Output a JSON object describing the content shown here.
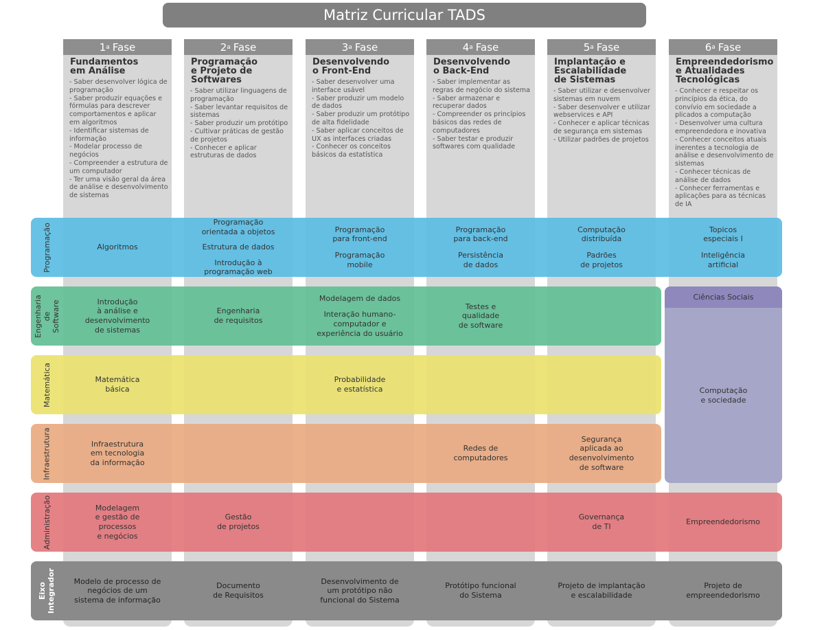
{
  "title": "Matriz Curricular TADS",
  "colors": {
    "column_bg": "#d7d7d8",
    "column_head": "#8e8e8e",
    "programacao": "#5bbde3",
    "engenharia": "#63bf94",
    "matematica": "#ebe26f",
    "infraestrutura": "#e9ab82",
    "administracao": "#e2787d",
    "ciencias_sociais": "#a6a6c8",
    "ciencias_sociais_head": "#8f88bd",
    "eixo": "#8a8a8a"
  },
  "phases": [
    {
      "num": "1",
      "label": "Fase",
      "title": [
        "Fundamentos",
        "em Análise"
      ],
      "items": [
        "- Saber desenvolver lógica de programação",
        "- Saber produzir equações e fórmulas para descrever comportamentos e aplicar em algoritmos",
        "- Identificar sistemas de informação",
        "- Modelar processo de negócios",
        "- Compreender a estrutura de um computador",
        "- Ter uma visão geral da área de análise e desenvolvimento de sistemas"
      ]
    },
    {
      "num": "2",
      "label": "Fase",
      "title": [
        "Programação",
        "e Projeto de",
        "Softwares"
      ],
      "items": [
        "- Saber utilizar linguagens de programação",
        "- Saber levantar requisitos de sistemas",
        "- Saber produzir um protótipo",
        "- Cultivar práticas de gestão de projetos",
        "- Conhecer e aplicar estruturas de dados"
      ]
    },
    {
      "num": "3",
      "label": "Fase",
      "title": [
        "Desenvolvendo",
        "o Front-End"
      ],
      "items": [
        "- Saber desenvolver uma interface usável",
        "- Saber produzir um modelo de dados",
        "- Saber produzir um protótipo de alta fidelidade",
        "- Saber aplicar conceitos de UX as interfaces criadas",
        "- Conhecer os conceitos básicos da estatística"
      ]
    },
    {
      "num": "4",
      "label": "Fase",
      "title": [
        "Desenvolvendo",
        "o Back-End"
      ],
      "items": [
        "- Saber implementar as regras de negócio do sistema",
        "- Saber armazenar e recuperar dados",
        "- Compreender os princípios básicos das redes de computadores",
        "- Saber testar e produzir softwares com qualidade"
      ]
    },
    {
      "num": "5",
      "label": "Fase",
      "title": [
        "Implantação e",
        "Escalabilidade",
        "de Sistemas"
      ],
      "items": [
        "- Saber utilizar e desenvolver sistemas em nuvem",
        "- Saber desenvolver e utilizar webservices e API",
        "- Conhecer e aplicar técnicas de segurança em sistemas",
        "- Utilizar padrões de projetos"
      ]
    },
    {
      "num": "6",
      "label": "Fase",
      "title": [
        "Empreendedorismo",
        "e Atualidades",
        "Tecnológicas"
      ],
      "items": [
        "- Conhecer e respeitar os princípios da ética, do convívio em sociedade a plicados a computação",
        "- Desenvolver uma cultura empreendedora e inovativa",
        "- Conhecer conceitos atuais inerentes a tecnologia de análise e desenvolvimento de sistemas",
        "- Conhecer técnicas de análise de dados",
        "- Conhecer ferramentas e aplicações para as técnicas de IA"
      ]
    }
  ],
  "bands": {
    "programacao": {
      "label": "Programação",
      "cells": [
        [
          "Algoritmos"
        ],
        [
          "Programação\norientada a objetos",
          "Estrutura de dados",
          "Introdução à\nprogramação web"
        ],
        [
          "Programação\npara front-end",
          "Programação\nmobile"
        ],
        [
          "Programação\npara back-end",
          "Persistência\nde dados"
        ],
        [
          "Computação\ndistribuída",
          "Padrões\nde projetos"
        ],
        [
          "Topicos\nespeciais I",
          "Inteligência\nartificial"
        ]
      ]
    },
    "engenharia": {
      "label": "Engenharia\nde Software",
      "cells": [
        [
          "Introdução\nà análise e\ndesenvolvimento\nde sistemas"
        ],
        [
          "Engenharia\nde requisitos"
        ],
        [
          "Modelagem de dados",
          "Interação humano-\ncomputador e\nexperiência do usuário"
        ],
        [
          "Testes e\nqualidade\nde software"
        ],
        [],
        []
      ]
    },
    "matematica": {
      "label": "Matemática",
      "cells": [
        [
          "Matemática\nbásica"
        ],
        [],
        [
          "Probabilidade\ne estatística"
        ],
        [],
        [],
        []
      ]
    },
    "infraestrutura": {
      "label": "Infraestrutura",
      "cells": [
        [
          "Infraestrutura\nem tecnologia\nda informação"
        ],
        [],
        [],
        [
          "Redes de\ncomputadores"
        ],
        [
          "Segurança\naplicada ao\ndesenvolvimento\nde software"
        ],
        []
      ]
    },
    "administracao": {
      "label": "Administração",
      "cells": [
        [
          "Modelagem\ne gestão de\nprocessos\ne negócios"
        ],
        [
          "Gestão\nde projetos"
        ],
        [],
        [],
        [
          "Governança\nde TI"
        ],
        [
          "Empreendedorismo"
        ]
      ]
    },
    "ciencias_sociais": {
      "label": "Ciências Sociais",
      "cell": "Computação\ne sociedade"
    },
    "eixo": {
      "label": "Eixo\nIntegrador",
      "cells": [
        "Modelo de processo de\nnegócios de um\nsistema de informação",
        "Documento\nde Requisitos",
        "Desenvolvimento de\num protótipo não\nfuncional do Sistema",
        "Protótipo funcional\ndo Sistema",
        "Projeto de implantação\ne escalabilidade",
        "Projeto de\nempreendedorismo"
      ]
    }
  }
}
